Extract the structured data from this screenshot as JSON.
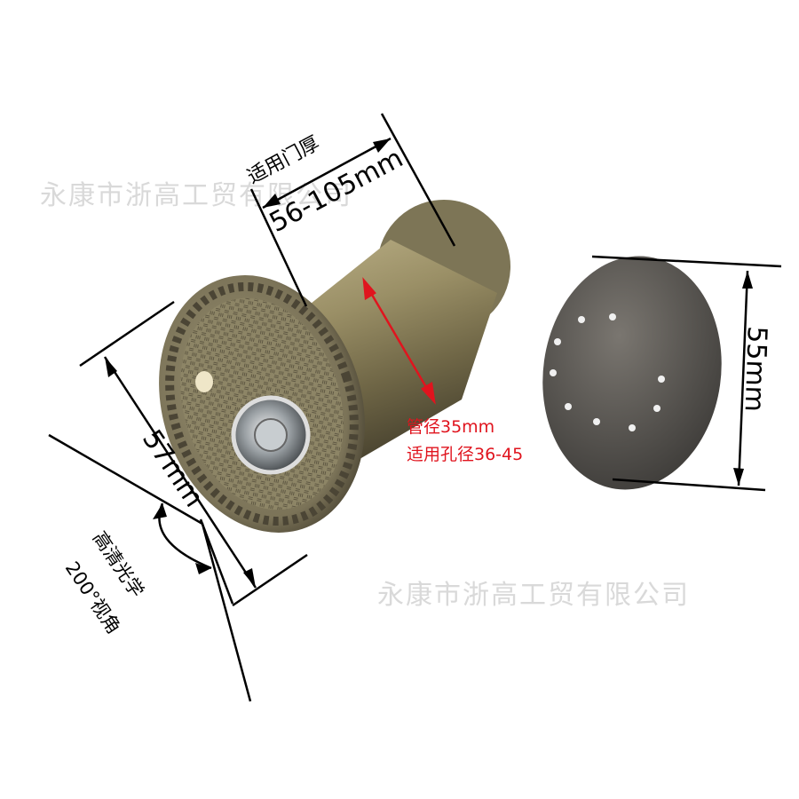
{
  "watermarks": [
    "永康市浙高工贸有限公司",
    "永康市浙高工贸有限公司"
  ],
  "annotations": {
    "door_thickness_label": "适用门厚",
    "door_thickness_value": "56-105mm",
    "front_diameter": "57mm",
    "cover_diameter": "55mm",
    "tube_diameter": "管径35mm",
    "hole_diameter": "适用孔径36-45",
    "optics_label": "高清光学",
    "view_angle": "200°视角"
  },
  "colors": {
    "annotation_red": "#e0141e",
    "brass": "#8a7f5a",
    "cover": "#5a5a5a"
  }
}
